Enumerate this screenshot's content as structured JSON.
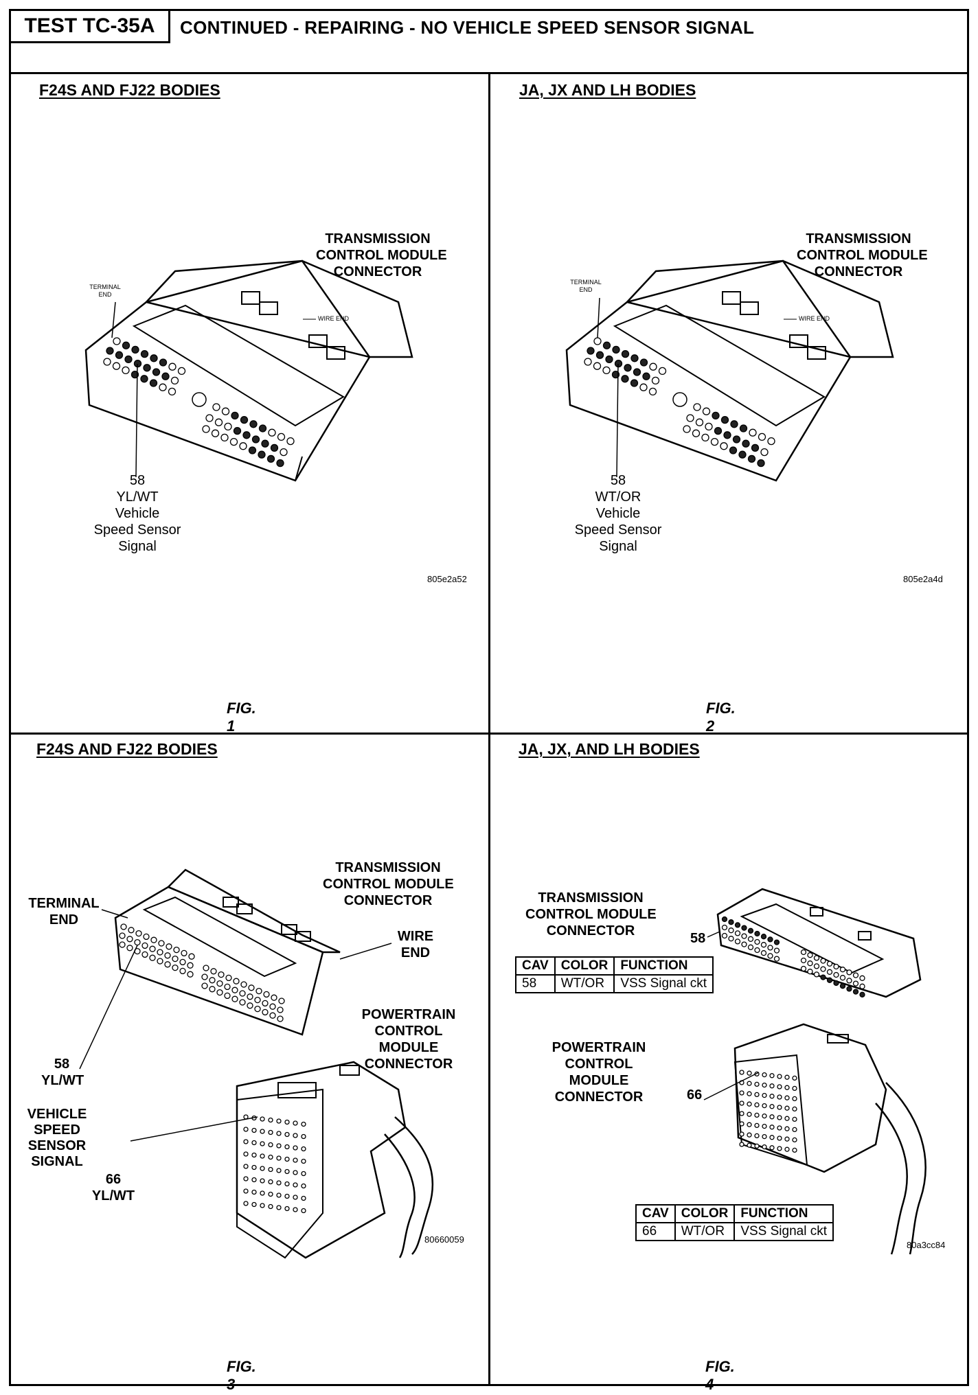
{
  "header": {
    "test_id": "TEST TC-35A",
    "title": "CONTINUED - REPAIRING - NO VEHICLE SPEED SENSOR SIGNAL"
  },
  "fig1": {
    "title": "F24S AND FJ22 BODIES",
    "connector_label": [
      "TRANSMISSION",
      "CONTROL MODULE",
      "CONNECTOR"
    ],
    "terminal_end": [
      "TERMINAL",
      "END"
    ],
    "wire_end": "WIRE END",
    "pin_label": [
      "58",
      "YL/WT",
      "Vehicle",
      "Speed Sensor",
      "Signal"
    ],
    "code": "805e2a52",
    "caption": "FIG. 1"
  },
  "fig2": {
    "title": "JA, JX AND LH BODIES",
    "connector_label": [
      "TRANSMISSION",
      "CONTROL MODULE",
      "CONNECTOR"
    ],
    "terminal_end": [
      "TERMINAL",
      "END"
    ],
    "wire_end": "WIRE END",
    "pin_label": [
      "58",
      "WT/OR",
      "Vehicle",
      "Speed Sensor",
      "Signal"
    ],
    "code": "805e2a4d",
    "caption": "FIG. 2"
  },
  "fig3": {
    "title": "F24S AND FJ22 BODIES",
    "tcm_label": [
      "TRANSMISSION",
      "CONTROL MODULE",
      "CONNECTOR"
    ],
    "terminal_end": [
      "TERMINAL",
      "END"
    ],
    "wire_end": [
      "WIRE",
      "END"
    ],
    "pcm_label": [
      "POWERTRAIN",
      "CONTROL",
      "MODULE",
      "CONNECTOR"
    ],
    "pin58": [
      "58",
      "YL/WT"
    ],
    "vss": [
      "VEHICLE",
      "SPEED",
      "SENSOR",
      "SIGNAL"
    ],
    "pin66": [
      "66",
      "YL/WT"
    ],
    "code": "80660059",
    "caption": "FIG. 3"
  },
  "fig4": {
    "title": "JA, JX, AND LH BODIES",
    "tcm_label": [
      "TRANSMISSION",
      "CONTROL MODULE",
      "CONNECTOR"
    ],
    "pin58": "58",
    "table1": {
      "headers": [
        "CAV",
        "COLOR",
        "FUNCTION"
      ],
      "row": [
        "58",
        "WT/OR",
        "VSS Signal ckt"
      ]
    },
    "pcm_label": [
      "POWERTRAIN",
      "CONTROL",
      "MODULE",
      "CONNECTOR"
    ],
    "pin66": "66",
    "table2": {
      "headers": [
        "CAV",
        "COLOR",
        "FUNCTION"
      ],
      "row": [
        "66",
        "WT/OR",
        "VSS Signal ckt"
      ]
    },
    "code": "80a3cc84",
    "caption": "FIG. 4"
  }
}
